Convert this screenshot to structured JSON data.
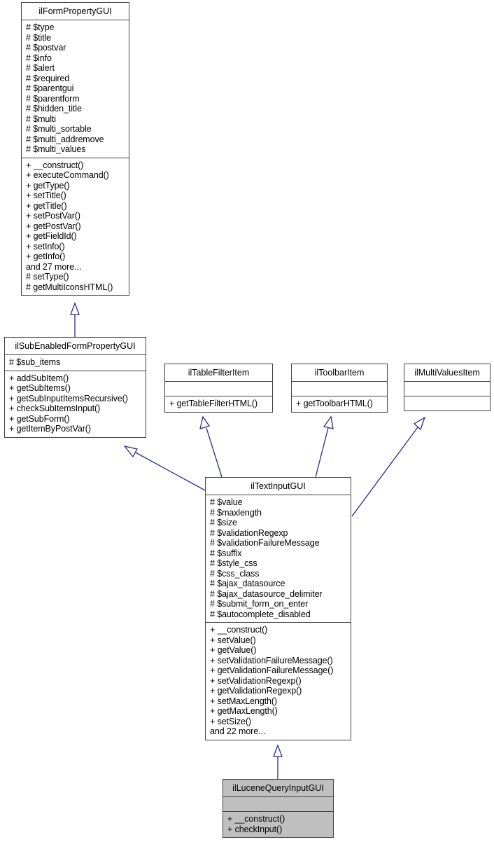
{
  "diagram": {
    "type": "uml-class-inheritance",
    "accent_edge_color": "#2a2a8c",
    "box_border_color": "#404040",
    "highlight_fill": "#bfbfbf",
    "background": "#ffffff"
  },
  "classes": {
    "form_property_gui": {
      "name": "ilFormPropertyGUI",
      "attributes": [
        "# $type",
        "# $title",
        "# $postvar",
        "# $info",
        "# $alert",
        "# $required",
        "# $parentgui",
        "# $parentform",
        "# $hidden_title",
        "# $multi",
        "# $multi_sortable",
        "# $multi_addremove",
        "# $multi_values"
      ],
      "methods": [
        "+ __construct()",
        "+ executeCommand()",
        "+ getType()",
        "+ setTitle()",
        "+ getTitle()",
        "+ setPostVar()",
        "+ getPostVar()",
        "+ getFieldId()",
        "+ setInfo()",
        "+ getInfo()",
        "and 27 more...",
        "# setType()",
        "# getMultiIconsHTML()"
      ]
    },
    "sub_enabled_form_property_gui": {
      "name": "ilSubEnabledFormPropertyGUI",
      "attributes": [
        "# $sub_items"
      ],
      "methods": [
        "+ addSubItem()",
        "+ getSubItems()",
        "+ getSubInputItemsRecursive()",
        "+ checkSubItemsInput()",
        "+ getSubForm()",
        "+ getItemByPostVar()"
      ]
    },
    "table_filter_item": {
      "name": "ilTableFilterItem",
      "attributes": [],
      "methods": [
        "+ getTableFilterHTML()"
      ]
    },
    "toolbar_item": {
      "name": "ilToolbarItem",
      "attributes": [],
      "methods": [
        "+ getToolbarHTML()"
      ]
    },
    "multi_values_item": {
      "name": "ilMultiValuesItem",
      "attributes": [],
      "methods": []
    },
    "text_input_gui": {
      "name": "ilTextInputGUI",
      "attributes": [
        "# $value",
        "# $maxlength",
        "# $size",
        "# $validationRegexp",
        "# $validationFailureMessage",
        "# $suffix",
        "# $style_css",
        "# $css_class",
        "# $ajax_datasource",
        "# $ajax_datasource_delimiter",
        "# $submit_form_on_enter",
        "# $autocomplete_disabled"
      ],
      "methods": [
        "+ __construct()",
        "+ setValue()",
        "+ getValue()",
        "+ setValidationFailureMessage()",
        "+ getValidationFailureMessage()",
        "+ setValidationRegexp()",
        "+ getValidationRegexp()",
        "+ setMaxLength()",
        "+ getMaxLength()",
        "+ setSize()",
        "and 22 more..."
      ]
    },
    "lucene_query_input_gui": {
      "name": "ilLuceneQueryInputGUI",
      "attributes": [],
      "methods": [
        "+ __construct()",
        "+ checkInput()"
      ]
    }
  }
}
